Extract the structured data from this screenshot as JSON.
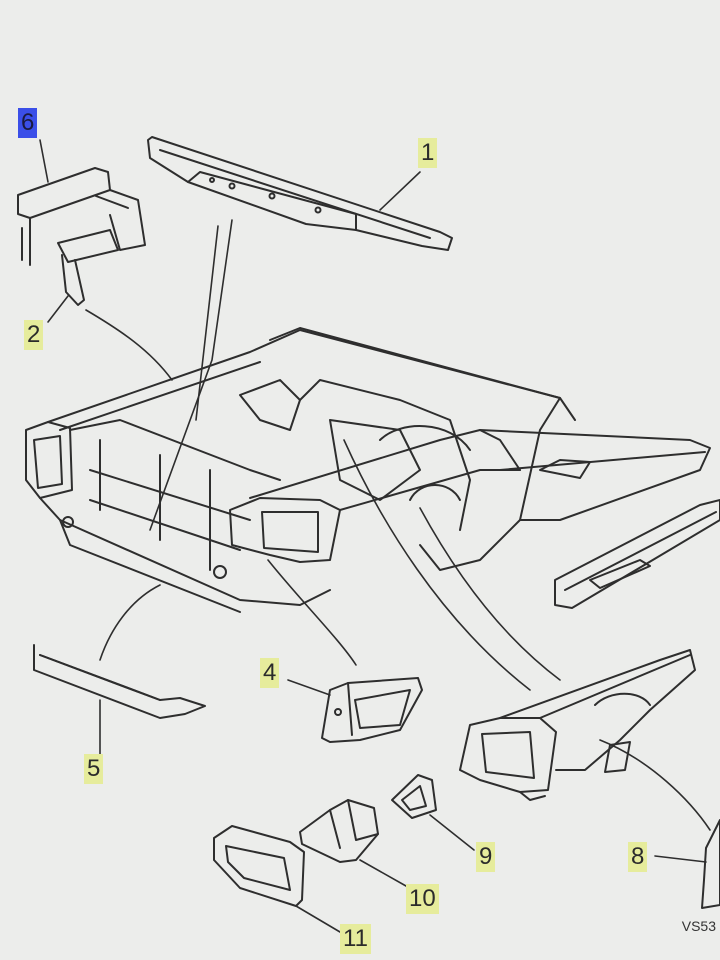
{
  "callouts": {
    "c1": "1",
    "c2": "2",
    "c4": "4",
    "c5": "5",
    "c6": "6",
    "c8": "8",
    "c9": "9",
    "c10": "10",
    "c11": "11"
  },
  "reference_code": "VS53",
  "colors": {
    "background": "#ecedeb",
    "line": "#2e2e2e",
    "highlight_yellow": "#e6ec9c",
    "highlight_blue": "#3b4fe8"
  }
}
